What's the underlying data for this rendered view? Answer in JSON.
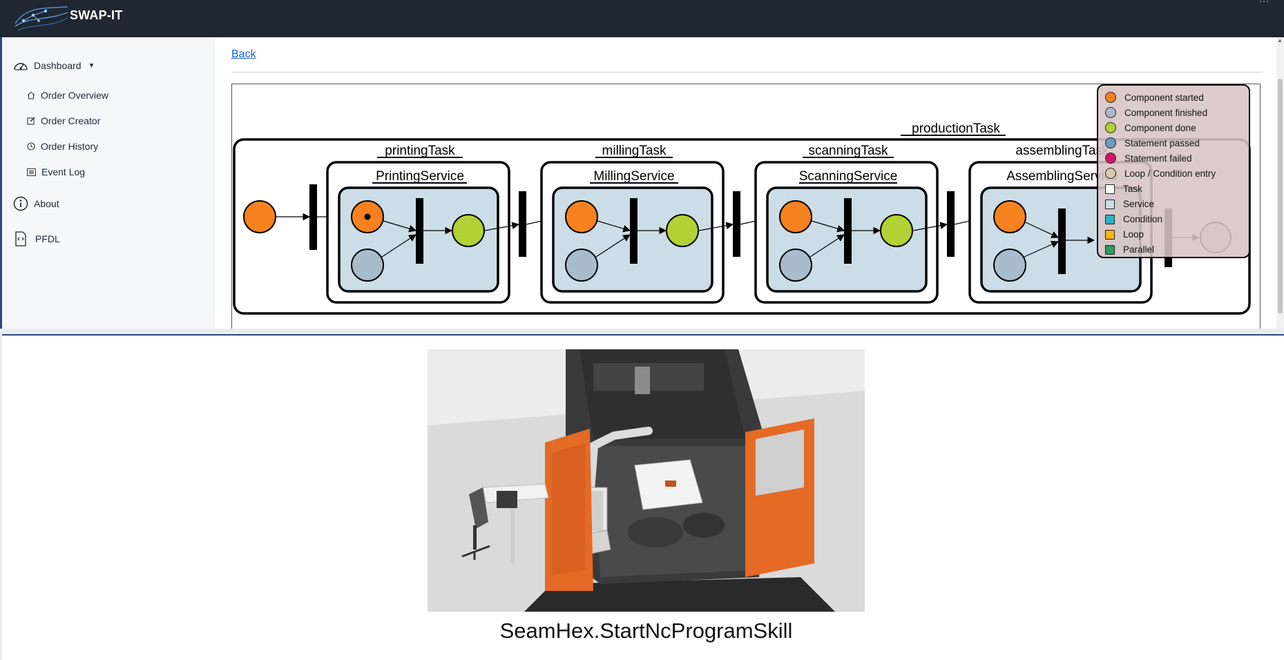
{
  "navbar": {
    "brand": "SWAP-IT",
    "menu_icon": "ellipsis-icon"
  },
  "sidebar": {
    "items": [
      {
        "label": "Dashboard",
        "icon": "gauge-icon"
      },
      {
        "label": "Order Overview",
        "icon": "home-icon"
      },
      {
        "label": "Order Creator",
        "icon": "edit-icon"
      },
      {
        "label": "Order History",
        "icon": "clock-icon"
      },
      {
        "label": "Event Log",
        "icon": "list-icon"
      },
      {
        "label": "About",
        "icon": "info-icon"
      },
      {
        "label": "PFDL",
        "icon": "code-file-icon"
      }
    ]
  },
  "main": {
    "back_label": "Back"
  },
  "diagram": {
    "outer_label": "productionTask",
    "tasks": [
      {
        "task_label": "printingTask",
        "service_label": "PrintingService"
      },
      {
        "task_label": "millingTask",
        "service_label": "MillingService"
      },
      {
        "task_label": "scanningTask",
        "service_label": "ScanningService"
      },
      {
        "task_label": "assemblingTask",
        "service_label": "AssemblingService"
      }
    ],
    "colors": {
      "component_started": "#f5821f",
      "component_finished": "#a9bccb",
      "component_done": "#b1d235",
      "service_fill": "#ccdde7"
    }
  },
  "legend": {
    "items": [
      {
        "label": "Component started",
        "color": "#f5821f",
        "shape": "circle"
      },
      {
        "label": "Component finished",
        "color": "#a9bccb",
        "shape": "circle"
      },
      {
        "label": "Component done",
        "color": "#b1d235",
        "shape": "circle"
      },
      {
        "label": "Statement passed",
        "color": "#6b9dbf",
        "shape": "circle"
      },
      {
        "label": "Statement failed",
        "color": "#d3166a",
        "shape": "circle"
      },
      {
        "label": "Loop / Condition entry",
        "color": "#d9c9ad",
        "shape": "circle"
      },
      {
        "label": "Task",
        "color": "#ffffff",
        "shape": "square"
      },
      {
        "label": "Service",
        "color": "#ccdde7",
        "shape": "square"
      },
      {
        "label": "Condition",
        "color": "#2ab1c4",
        "shape": "square"
      },
      {
        "label": "Loop",
        "color": "#f5b418",
        "shape": "square"
      },
      {
        "label": "Parallel",
        "color": "#2e9b5e",
        "shape": "square"
      }
    ]
  },
  "skill": {
    "caption": "SeamHex.StartNcProgramSkill"
  }
}
